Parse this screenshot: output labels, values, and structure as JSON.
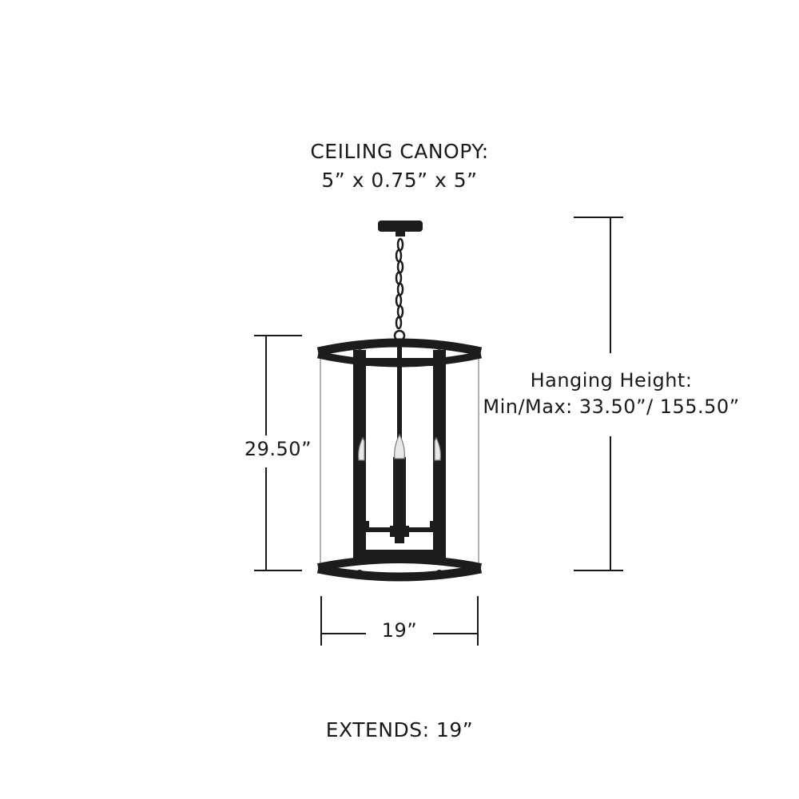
{
  "canopy": {
    "title": "CEILING CANOPY:",
    "size": "5” x 0.75” x 5”"
  },
  "dimensions": {
    "height": "29.50”",
    "width": "19”",
    "hanging_title": "Hanging Height:",
    "hanging_minmax": "Min/Max: 33.50”/ 155.50”",
    "extends": "EXTENDS: 19”"
  },
  "colors": {
    "fixture": "#1c1c1c",
    "lines": "#1a1a1a",
    "glass": "#9a9a9a"
  }
}
